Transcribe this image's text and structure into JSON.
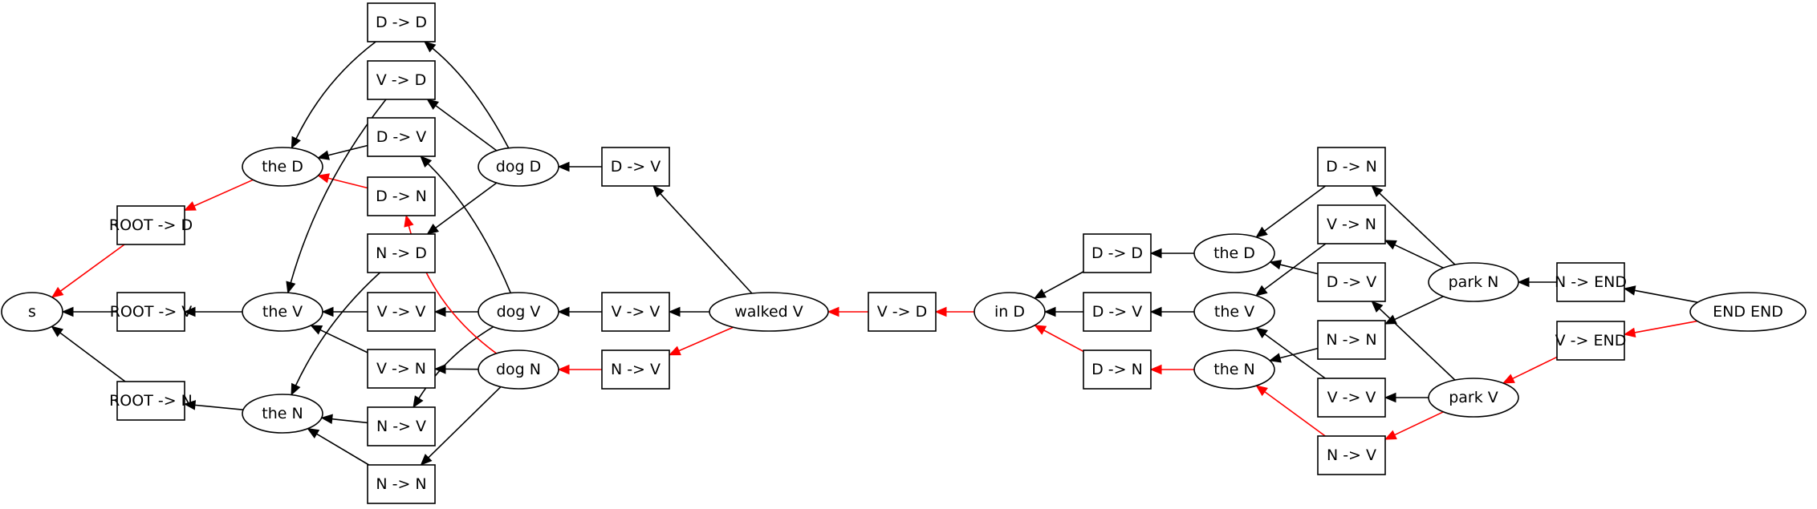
{
  "colors": {
    "normal": "#000000",
    "highlight": "#ff0000"
  },
  "nodes": {
    "s": "s",
    "root_d": "ROOT -> D",
    "root_v": "ROOT -> V",
    "root_n": "ROOT -> N",
    "the_d1": "the D",
    "the_v1": "the V",
    "the_n1": "the N",
    "dd1": "D -> D",
    "vd1": "V -> D",
    "dv1": "D -> V",
    "dn1": "D -> N",
    "nd1": "N -> D",
    "vv1": "V -> V",
    "vn1": "V -> N",
    "nv1": "N -> V",
    "nn1": "N -> N",
    "dog_d": "dog D",
    "dog_v": "dog V",
    "dog_n": "dog N",
    "dv2": "D -> V",
    "vv2": "V -> V",
    "nv2": "N -> V",
    "walked_v": "walked V",
    "vd3": "V -> D",
    "in_d": "in D",
    "dd4": "D -> D",
    "dv4": "D -> V",
    "dn4": "D -> N",
    "the_d2": "the D",
    "the_v2": "the V",
    "the_n2": "the N",
    "dn5": "D -> N",
    "vn5": "V -> N",
    "dv5": "D -> V",
    "nn5": "N -> N",
    "vv5": "V -> V",
    "nv5": "N -> V",
    "park_n": "park N",
    "park_v": "park V",
    "n_end": "N -> END",
    "v_end": "V -> END",
    "end_end": "END END"
  }
}
